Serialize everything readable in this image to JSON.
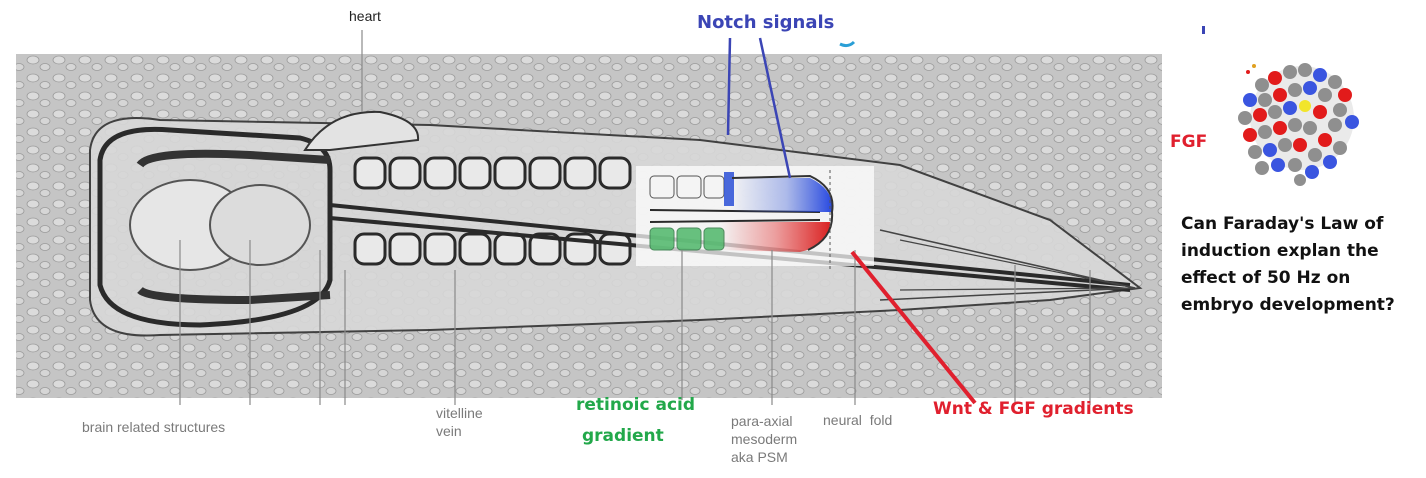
{
  "labels": {
    "heart": "heart",
    "notch": "Notch signals",
    "fgf": "FGF",
    "brain": "brain related structures",
    "vitelline_1": "vitelline",
    "vitelline_2": "vein",
    "retinoic_1": "retinoic acid",
    "retinoic_2": "gradient",
    "paraxial_1": "para-axial",
    "paraxial_2": "mesoderm",
    "paraxial_3": "aka PSM",
    "neural_fold": "neural  fold",
    "wnt_fgf": "Wnt & FGF gradients"
  },
  "question": {
    "line1": "Can Faraday's Law of",
    "line2": "induction explan the",
    "line3": "effect of 50 Hz on",
    "line4": "embryo development?"
  },
  "colors": {
    "notch": "#3b45b5",
    "fgf": "#e0202e",
    "retinoic": "#22a84a",
    "label_gray": "#7a7a7a",
    "question": "#111111"
  },
  "icons": {
    "molecule": "fgf-protein-molecule-icon"
  }
}
